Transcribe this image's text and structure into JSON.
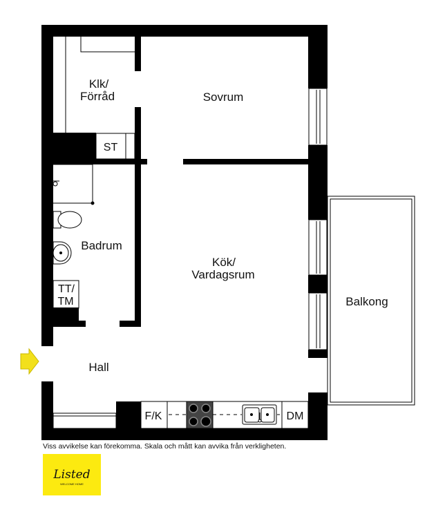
{
  "rooms": {
    "klk_line1": "Klk/",
    "klk_line2": "Förråd",
    "sovrum": "Sovrum",
    "st": "ST",
    "badrum": "Badrum",
    "tt_line1": "TT/",
    "tt_line2": "TM",
    "kok_line1": "Kök/",
    "kok_line2": "Vardagsrum",
    "hall": "Hall",
    "balkong": "Balkong",
    "fk": "F/K",
    "dm": "DM"
  },
  "disclaimer": "Viss avvikelse kan förekomma. Skala och mått kan avvika från verkligheten.",
  "logo": {
    "brand": "Listed",
    "tagline": "WELCOME HOME",
    "background": "#fcea10"
  },
  "colors": {
    "wall": "#000000",
    "entrance_arrow": "#f2e01c"
  },
  "icons": [
    "entrance-arrow-icon",
    "toilet-icon",
    "sink-icon",
    "stove-icon",
    "kitchen-sink-icon",
    "faucet-icon"
  ]
}
